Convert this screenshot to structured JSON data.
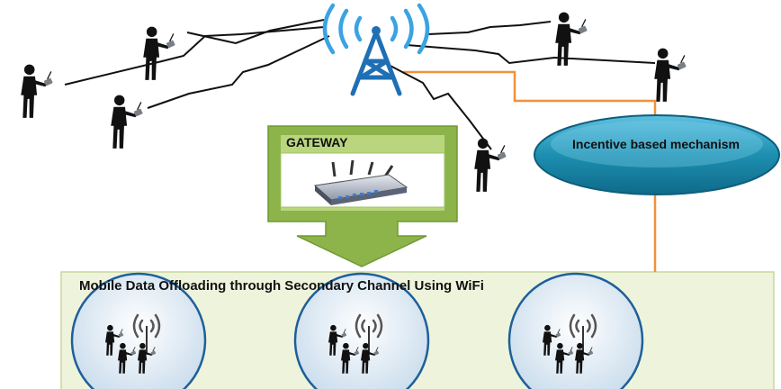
{
  "gateway": {
    "label": "GATEWAY"
  },
  "incentive": {
    "label": "Incentive based mechanism"
  },
  "offload_region": {
    "title": "Mobile Data Offloading through Secondary Channel Using WiFi"
  },
  "colors": {
    "tower_blue": "#1f6fb5",
    "signal_blue": "#3aa3e3",
    "gateway_green": "#8cb44a",
    "gateway_green_light": "#b9d57e",
    "connector_orange": "#f0913a",
    "ellipse_teal": "#1d8fb0",
    "region_fill": "#eef4dc",
    "region_border": "#c6d79a",
    "wifi_circle": "#d6e6f2",
    "person": "#111111"
  }
}
